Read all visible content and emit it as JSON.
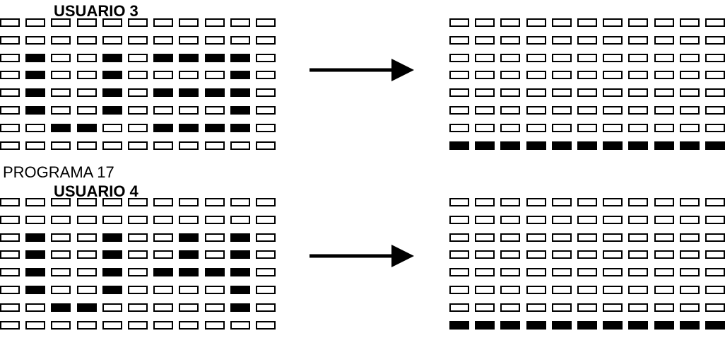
{
  "colors": {
    "on": "#000000",
    "off": "#ffffff",
    "stroke": "#000000"
  },
  "sections": [
    {
      "user_label": "USUARIO 3",
      "before": [
        "00000000000",
        "00000000000",
        "01001011110",
        "01001000010",
        "01001011110",
        "01001000010",
        "00110011110",
        "00000000000"
      ],
      "after": [
        "00000000000",
        "00000000000",
        "00000000000",
        "00000000000",
        "00000000000",
        "00000000000",
        "00000000000",
        "11111111111"
      ]
    },
    {
      "user_label": "USUARIO 4",
      "before": [
        "00000000000",
        "00000000000",
        "01001001010",
        "01001001010",
        "01001011110",
        "01001000010",
        "00110000010",
        "00000000000"
      ],
      "after": [
        "00000000000",
        "00000000000",
        "00000000000",
        "00000000000",
        "00000000000",
        "00000000000",
        "00000000000",
        "11111111111"
      ]
    }
  ],
  "program_label": "PROGRAMA 17",
  "arrow_icon": "right-arrow-icon"
}
